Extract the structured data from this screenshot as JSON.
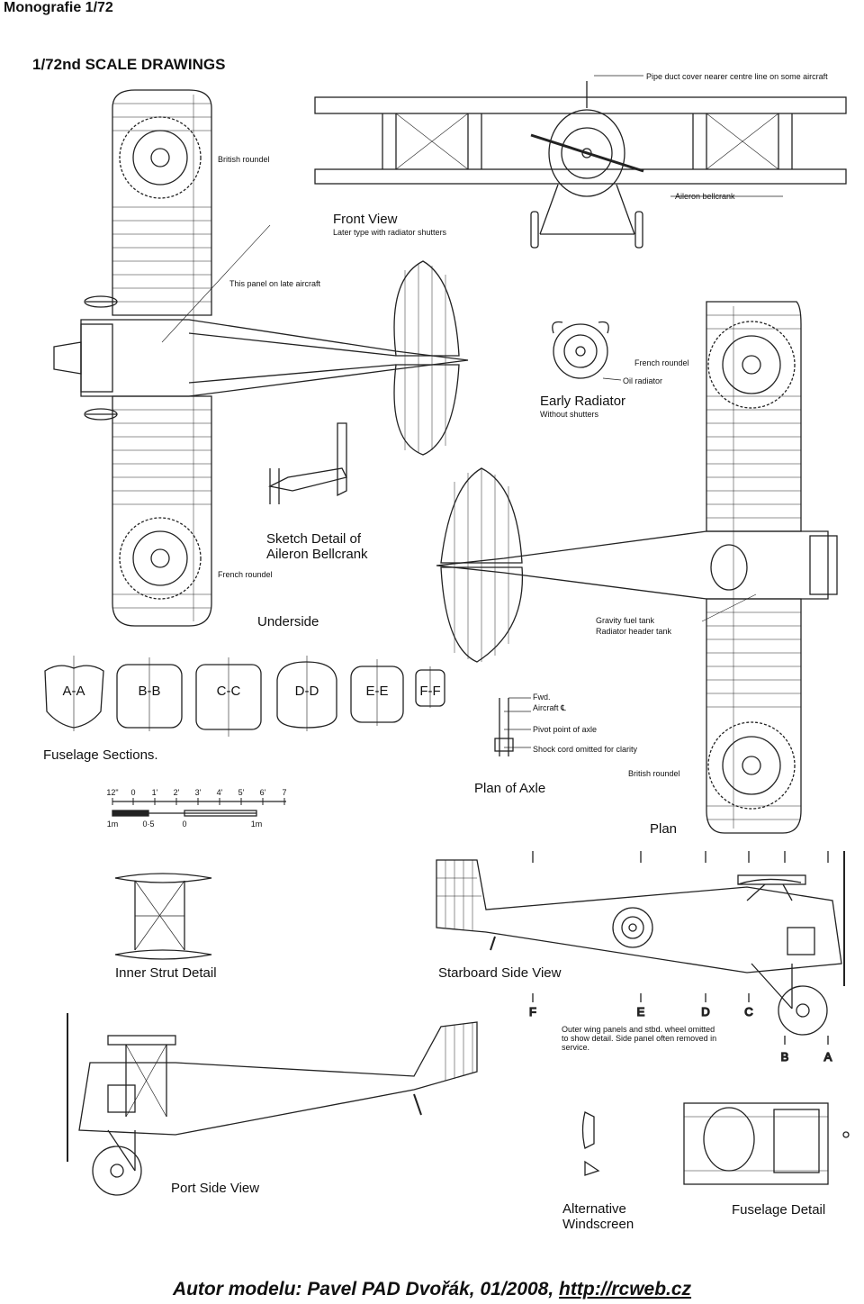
{
  "header": {
    "title": "Monografie 1/72"
  },
  "sheet": {
    "title": "1/72nd SCALE DRAWINGS"
  },
  "labels": {
    "front_view": "Front View",
    "front_view_sub": "Later type with radiator shutters",
    "pipe_duct": "Pipe duct cover nearer centre line on some aircraft",
    "aileron_bellcrank": "Aileron bellcrank",
    "british_roundel_top": "British roundel",
    "this_panel": "This panel on late aircraft",
    "french_roundel_plan": "French roundel",
    "oil_radiator": "Oil radiator",
    "early_radiator": "Early Radiator",
    "early_radiator_sub": "Without shutters",
    "sketch_detail_1": "Sketch Detail of",
    "sketch_detail_2": "Aileron Bellcrank",
    "french_roundel_under": "French roundel",
    "underside": "Underside",
    "gravity_tank": "Gravity fuel tank",
    "radiator_header": "Radiator header tank",
    "fuselage_sections": "Fuselage Sections.",
    "fwd": "Fwd.",
    "aircraft_cl": "Aircraft ℄",
    "pivot": "Pivot point of axle",
    "shock_cord": "Shock cord omitted for clarity",
    "plan_of_axle": "Plan of Axle",
    "british_roundel_plan": "British roundel",
    "plan": "Plan",
    "inner_strut": "Inner Strut Detail",
    "starboard_side": "Starboard Side View",
    "outer_note": "Outer wing panels and stbd. wheel omitted to show detail. Side panel often removed in service.",
    "port_side": "Port Side View",
    "alt_windscreen_1": "Alternative",
    "alt_windscreen_2": "Windscreen",
    "fuselage_detail": "Fuselage Detail"
  },
  "sections": [
    "A-A",
    "B-B",
    "C-C",
    "D-D",
    "E-E",
    "F-F"
  ],
  "station_letters": [
    "F",
    "E",
    "D",
    "C",
    "B",
    "A"
  ],
  "scale": {
    "imperial": [
      "12\"",
      "0",
      "1'",
      "2'",
      "3'",
      "4'",
      "5'",
      "6'",
      "7"
    ],
    "metric": [
      "1m",
      "0·5",
      "0",
      "1m"
    ]
  },
  "footer": {
    "prefix": "Autor modelu: Pavel PAD Dvořák, 01/2008, ",
    "link": "http://rcweb.cz"
  }
}
